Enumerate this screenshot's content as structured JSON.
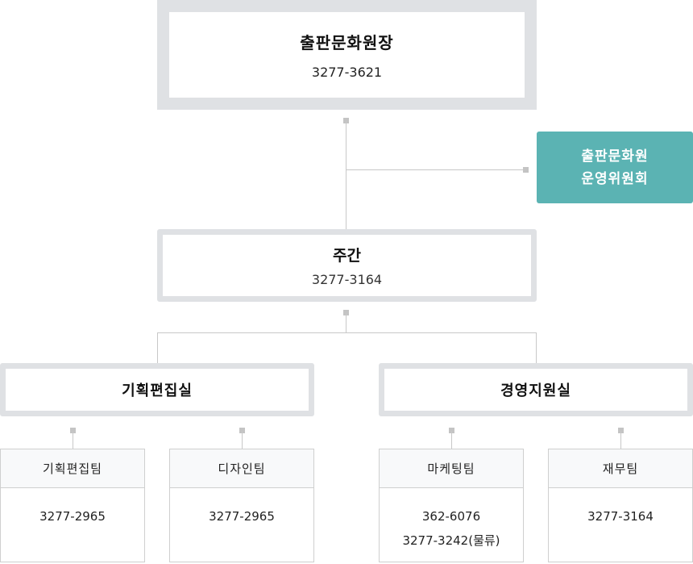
{
  "org_chart": {
    "director": {
      "title": "출판문화원장",
      "phone": "3277-3621"
    },
    "committee": {
      "line1": "출판문화원",
      "line2": "운영위원회",
      "color": "#5bb3b3"
    },
    "chief": {
      "title": "주간",
      "phone": "3277-3164"
    },
    "divisions": [
      {
        "title": "기획편집실",
        "teams": [
          {
            "name": "기획편집팀",
            "phones": [
              "3277-2965"
            ]
          },
          {
            "name": "디자인팀",
            "phones": [
              "3277-2965"
            ]
          }
        ]
      },
      {
        "title": "경영지원실",
        "teams": [
          {
            "name": "마케팅팀",
            "phones": [
              "362-6076",
              "3277-3242(물류)"
            ]
          },
          {
            "name": "재무팀",
            "phones": [
              "3277-3164"
            ]
          }
        ]
      }
    ]
  },
  "colors": {
    "box_border": "#dfe1e4",
    "connector": "#c8c8c8",
    "team_header_bg": "#f8f9fa"
  }
}
